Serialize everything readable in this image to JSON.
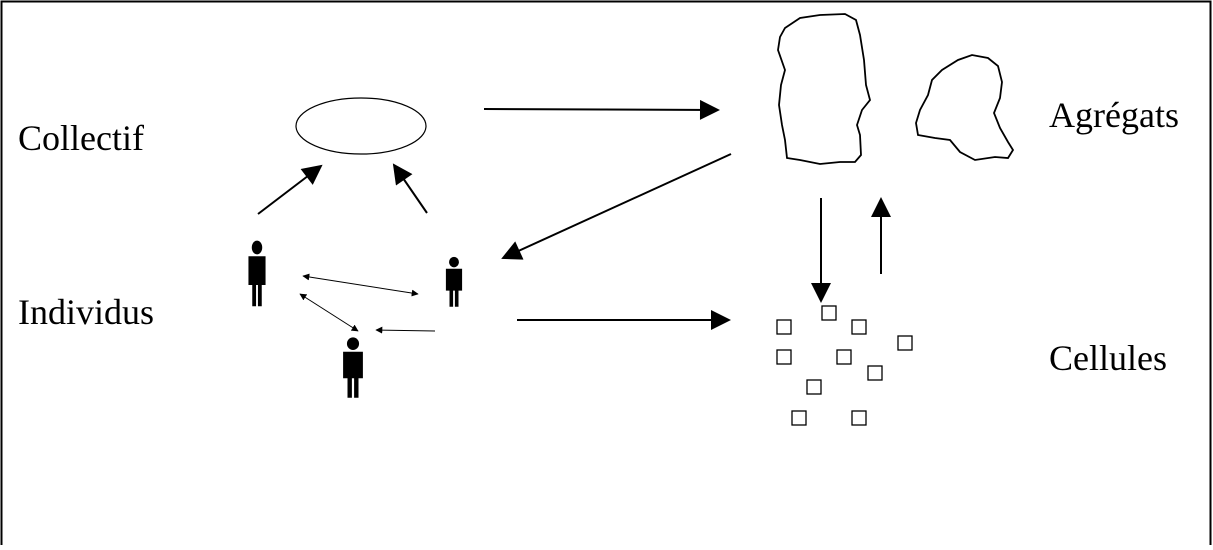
{
  "labels": {
    "collectif": "Collectif",
    "individus": "Individus",
    "agregats": "Agrégats",
    "cellules": "Cellules"
  },
  "colors": {
    "ink": "#000000",
    "background": "#ffffff"
  },
  "icons": {
    "person": "person-icon",
    "cell": "square-cell-icon",
    "aggregate": "blob-outline",
    "collective": "ellipse-outline"
  }
}
